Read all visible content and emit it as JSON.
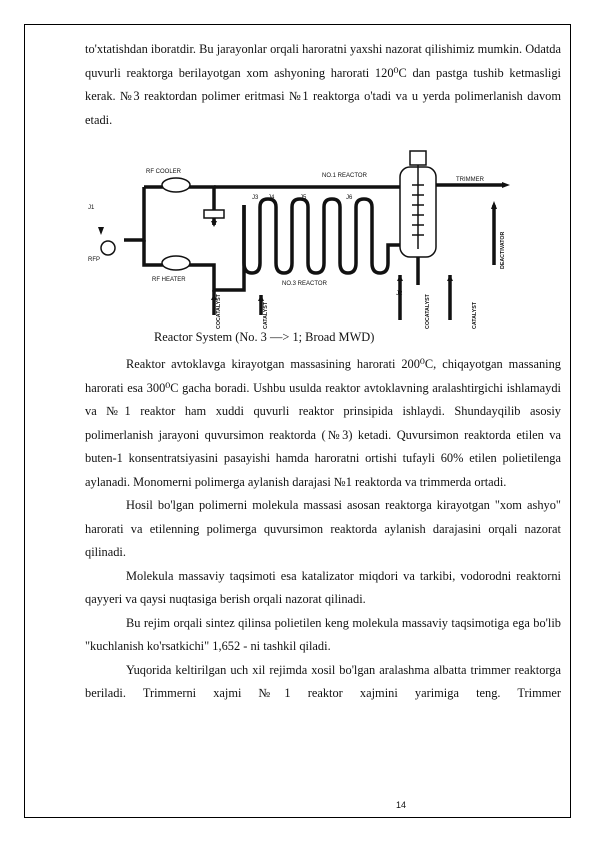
{
  "page": {
    "intro_paragraph": "to'xtatishdan iboratdir. Bu jarayonlar orqali haroratni yaxshi nazorat qilishimiz mumkin. Odatda quvurli reaktorga berilayotgan xom ashyoning harorati 120⁰C dan pastga tushib ketmasligi kerak. №3 reaktordan polimer eritmasi №1 reaktorga o'tadi va u yerda polimerlanish davom etadi.",
    "caption": "Reactor System (No. 3 —> 1; Broad MWD)",
    "paragraphs": [
      "Reaktor avtoklavga kirayotgan massasining harorati 200⁰C, chiqayotgan massaning harorati esa 300⁰C gacha boradi. Ushbu usulda reaktor avtoklavning aralashtirgichi ishlamaydi va №1 reaktor ham xuddi quvurli reaktor prinsipida ishlaydi. Shundayqilib asosiy polimerlanish jarayoni quvursimon reaktorda (№3) ketadi. Quvursimon reaktorda etilen va buten-1 konsentratsiyasini pasayishi hamda haroratni ortishi tufayli 60% etilen polietilenga aylanadi. Monomerni polimerga aylanish darajasi №1 reaktorda va trimmerda ortadi.",
      "Hosil bo'lgan polimerni molekula massasi asosan reaktorga kirayotgan \"xom ashyo\" harorati va etilenning polimerga quvursimon reaktorda aylanish darajasini orqali nazorat qilinadi.",
      "Molekula massaviy taqsimoti esa katalizator miqdori va tarkibi, vodorodni reaktorni qayyeri va qaysi nuqtasiga berish orqali nazorat qilinadi.",
      "Bu rejim orqali sintez qilinsa polietilen keng molekula massaviy taqsimotiga ega bo'lib \"kuchlanish ko'rsatkichi\" 1,652 - ni tashkil qiladi.",
      "Yuqorida keltirilgan uch xil rejimda xosil bo'lgan aralashma albatta trimmer reaktorga beriladi. Trimmerni xajmi №1 reaktor xajmini yarimiga teng. Trimmer"
    ],
    "page_number": "14"
  },
  "diagram": {
    "labels": {
      "rf_cooler": "RF COOLER",
      "rf_heater": "RF HEATER",
      "rfp": "RFP",
      "j1": "J1",
      "j2": "J2",
      "j3": "J3",
      "j4": "J4",
      "j5": "J5",
      "j6": "J6",
      "reactor1": "NO.1 REACTOR",
      "reactor3": "NO.3 REACTOR",
      "trimmer": "TRIMMER",
      "cocatalyst_1": "COCATALYST",
      "catalyst_1": "CATALYST",
      "cocatalyst_2": "COCATALYST",
      "catalyst_2": "CATALYST",
      "deactivator": "DEACTIVATOR"
    }
  }
}
